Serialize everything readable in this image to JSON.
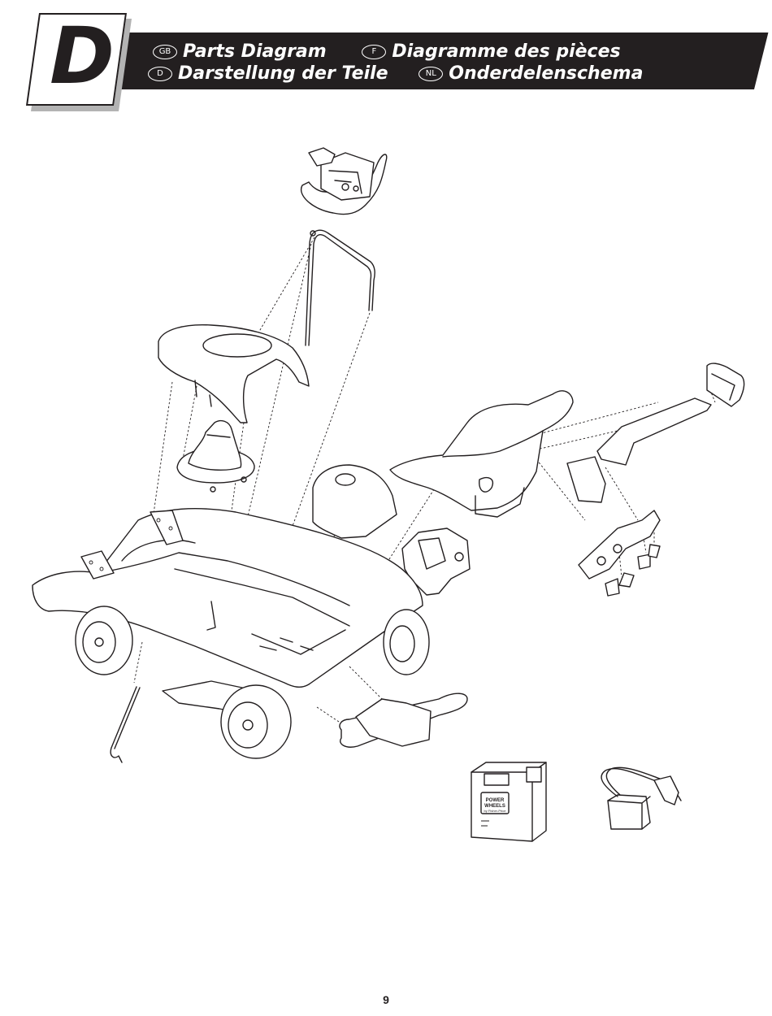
{
  "section": {
    "letter": "D"
  },
  "titles": [
    {
      "lang": "GB",
      "text": "Parts Diagram"
    },
    {
      "lang": "F",
      "text": "Diagramme des pièces"
    },
    {
      "lang": "D",
      "text": "Darstellung der Teile"
    },
    {
      "lang": "NL",
      "text": "Onderdelenschema"
    }
  ],
  "battery_label": {
    "line1": "POWER",
    "line2": "WHEELS",
    "line3": "by Fisher-Price"
  },
  "page_number": "9",
  "colors": {
    "ink": "#231f20",
    "shadow": "#b3b3b3",
    "paper": "#ffffff"
  }
}
